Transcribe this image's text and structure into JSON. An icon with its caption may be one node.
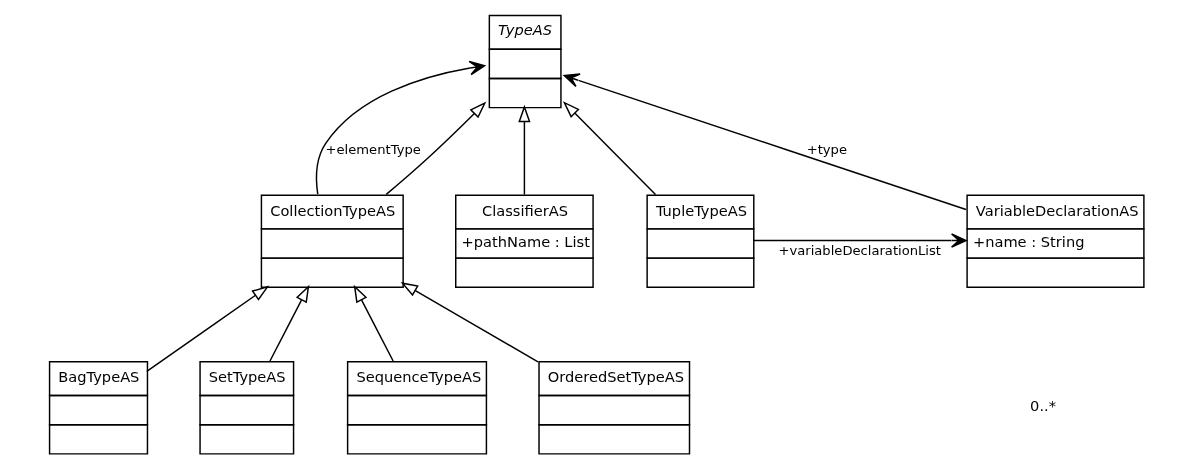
{
  "diagram": {
    "nodes": [
      {
        "text": [
          "TypeAS"
        ]
      },
      {
        "text": [
          "CollectionTypeAS"
        ]
      },
      {
        "text": [
          "ClassifierAS",
          "+pathName : List"
        ]
      },
      {
        "text": [
          "TupleTypeAS"
        ]
      },
      {
        "text": [
          "VariableDeclarationAS",
          "+name : String"
        ]
      },
      {
        "text": [
          "BagTypeAS"
        ]
      },
      {
        "text": [
          "SetTypeAS"
        ]
      },
      {
        "text": [
          "SequenceTypeAS"
        ]
      },
      {
        "text": [
          "OrderedSetTypeAS"
        ]
      }
    ],
    "edges": [
      {
        "from": 1,
        "to": 0,
        "arrow": "to",
        "label": "+elementType"
      },
      {
        "from": 1,
        "to": 0,
        "arrow": "to"
      },
      {
        "from": 2,
        "to": 0,
        "arrow": "to"
      },
      {
        "from": 3,
        "to": 0,
        "arrow": "to"
      },
      {
        "from": 4,
        "to": 0,
        "arrow": "to",
        "label": "+type"
      },
      {
        "from": 3,
        "to": 4,
        "arrow": "to",
        "label": "+variableDeclarationList"
      },
      {
        "from": 5,
        "to": 1,
        "arrow": "to"
      },
      {
        "from": 6,
        "to": 1,
        "arrow": "to"
      },
      {
        "from": 7,
        "to": 1,
        "arrow": "to"
      },
      {
        "from": 8,
        "to": 1,
        "arrow": "to"
      }
    ],
    "labels": [
      "0..*"
    ]
  }
}
